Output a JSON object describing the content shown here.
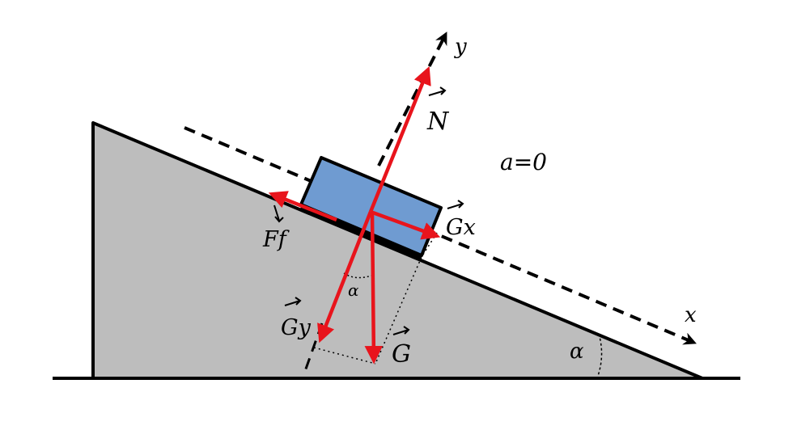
{
  "labels": {
    "normal_force": "N",
    "friction_force": "Ff",
    "gravity": "G",
    "gravity_x": "Gx",
    "gravity_y": "Gy",
    "axis_x": "x",
    "axis_y": "y",
    "angle_block": "α",
    "angle_incline": "α",
    "acceleration": "a=0"
  },
  "colors": {
    "incline_fill": "#bdbdbd",
    "block_fill": "#6f9bd1",
    "force_arrow": "#e8141c",
    "outline": "#000000"
  }
}
